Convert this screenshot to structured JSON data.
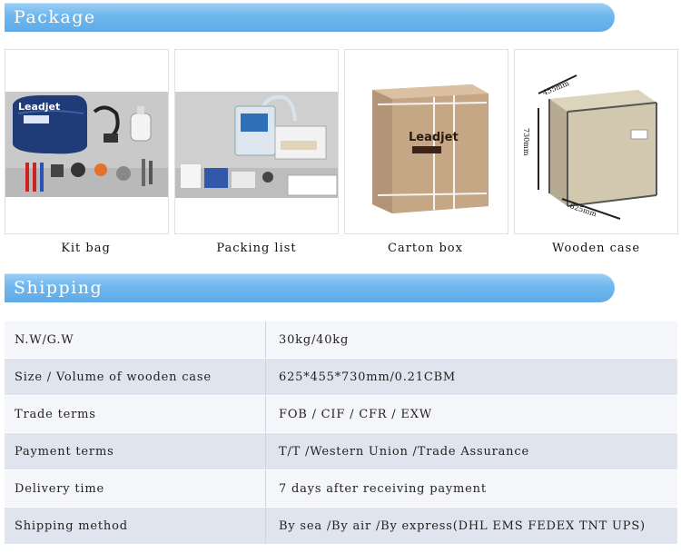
{
  "package": {
    "title": "Package",
    "items": [
      {
        "caption": "Kit bag",
        "bag_text": "Leadjet"
      },
      {
        "caption": "Packing list"
      },
      {
        "caption": "Carton box",
        "box_text": "Leadjet"
      },
      {
        "caption": "Wooden case",
        "dims": {
          "width": "455mm",
          "height": "730mm",
          "length": "625mm"
        }
      }
    ]
  },
  "shipping": {
    "title": "Shipping",
    "rows": [
      {
        "label": "N.W/G.W",
        "value": "30kg/40kg"
      },
      {
        "label": "Size / Volume of wooden case",
        "value": "625*455*730mm/0.21CBM"
      },
      {
        "label": "Trade terms",
        "value": "FOB / CIF / CFR / EXW"
      },
      {
        "label": "Payment terms",
        "value": "T/T /Western Union /Trade Assurance"
      },
      {
        "label": "Delivery time",
        "value": "7 days after receiving payment"
      },
      {
        "label": "Shipping method",
        "value": "By sea /By air /By express(DHL EMS FEDEX TNT UPS)"
      }
    ]
  },
  "colors": {
    "banner": "#6fb7ee",
    "row_light": "#f5f6fa",
    "row_dark": "#dfe4ee"
  }
}
